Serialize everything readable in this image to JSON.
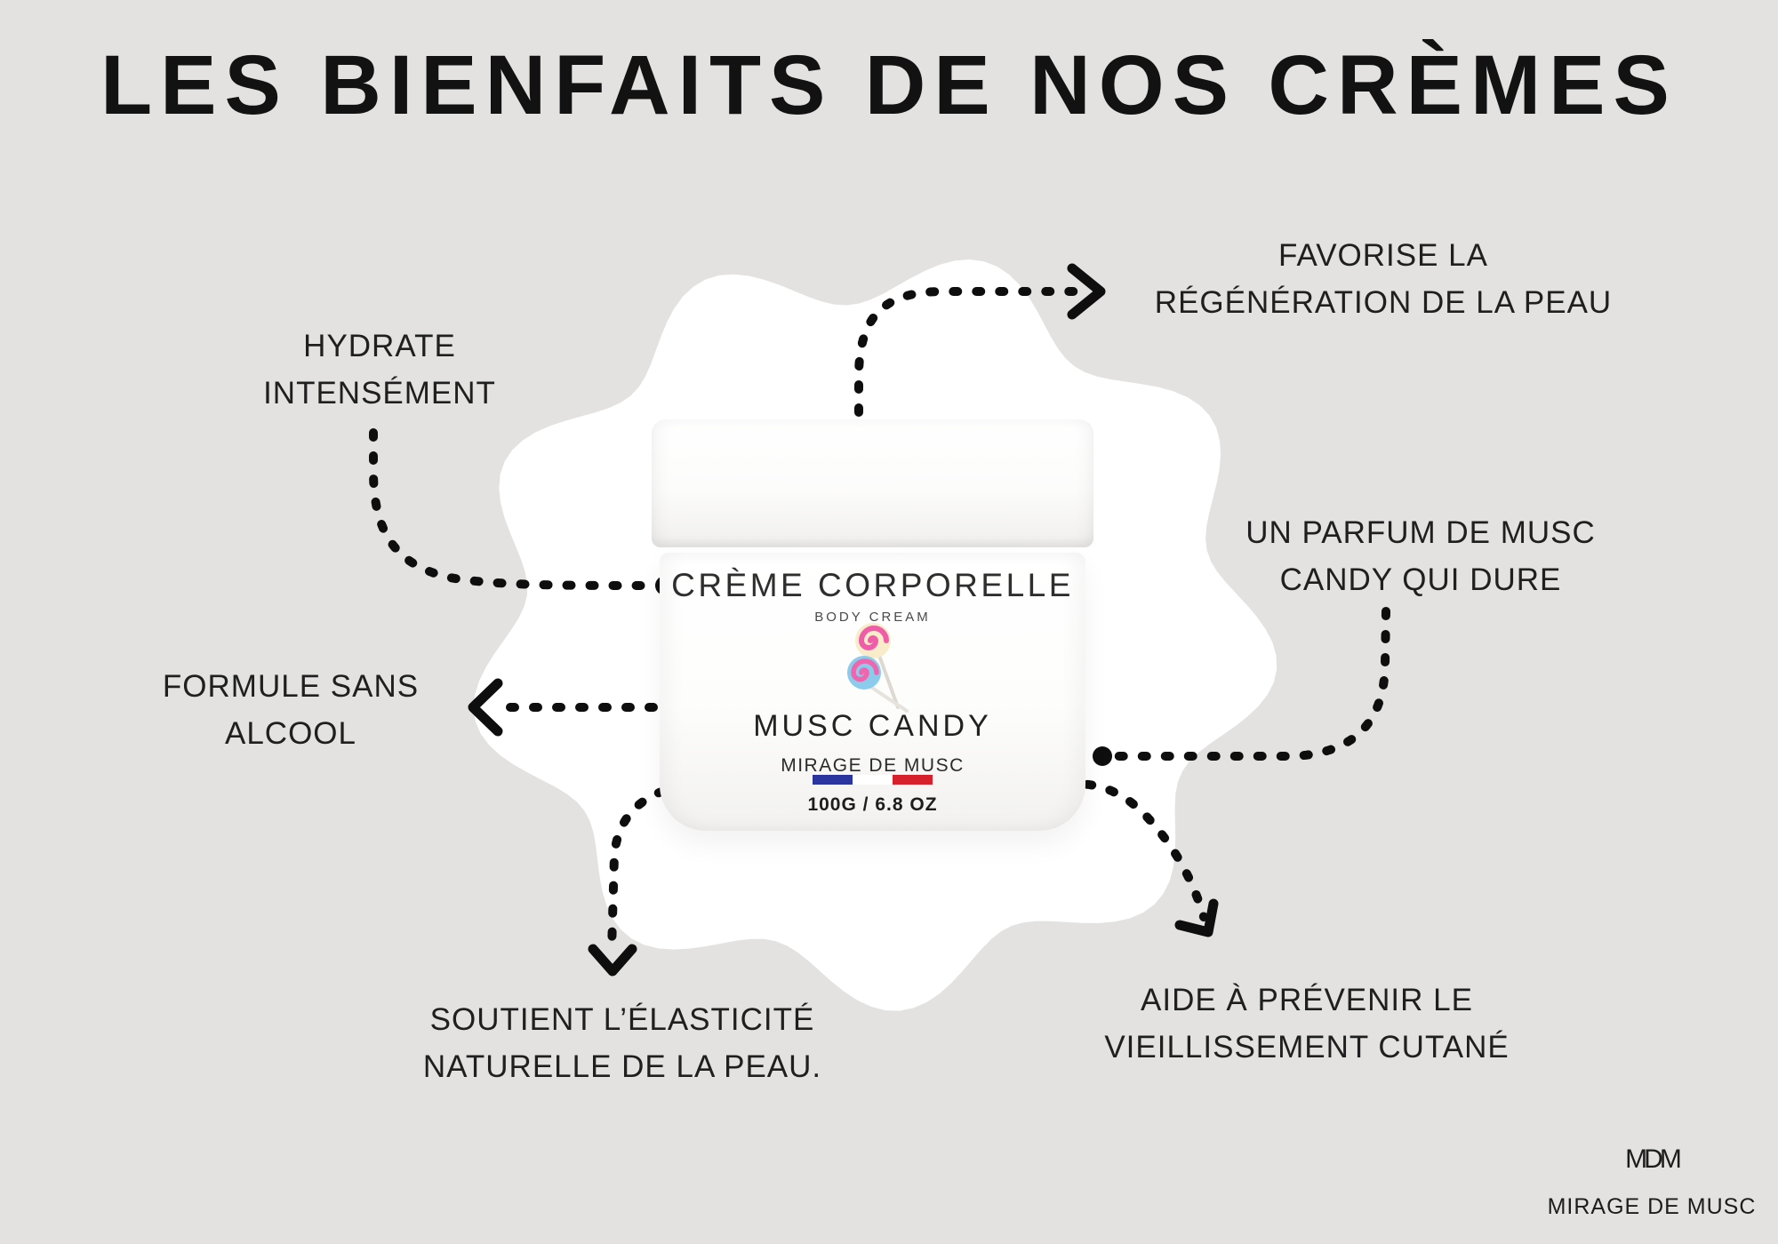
{
  "title": "LES BIENFAITS DE NOS CRÈMES",
  "benefits": {
    "hydrate": {
      "line1": "HYDRATE",
      "line2": "INTENSÉMENT"
    },
    "favorise": {
      "line1": "FAVORISE LA",
      "line2": "RÉGÉNÉRATION DE LA PEAU"
    },
    "parfum": {
      "line1": "UN PARFUM DE MUSC",
      "line2": "CANDY QUI DURE"
    },
    "formule": {
      "line1": "FORMULE SANS",
      "line2": "ALCOOL"
    },
    "soutient": {
      "line1": "SOUTIENT L’ÉLASTICITÉ",
      "line2": "NATURELLE DE LA PEAU."
    },
    "aide": {
      "line1": "AIDE À PRÉVENIR LE",
      "line2": "VIEILLISSEMENT CUTANÉ"
    }
  },
  "product": {
    "name": "CRÈME CORPORELLE",
    "subtitle": "BODY CREAM",
    "scent": "MUSC CANDY",
    "brand": "MIRAGE DE MUSC",
    "weight": "100G / 6.8 OZ"
  },
  "footer": {
    "monogram": "MDM",
    "brand": "MIRAGE DE MUSC"
  },
  "colors": {
    "background": "#e3e2e1",
    "text": "#1f1f1f",
    "arrow": "#0e0e0e",
    "blob": "#ffffff",
    "flag_blue": "#2a35a0",
    "flag_white": "#ffffff",
    "flag_red": "#d6202b",
    "lollipop_pink": "#ef5da8",
    "lollipop_cream": "#f8ecca",
    "lollipop_blue": "#8ccbeb"
  },
  "icons": {
    "lollipop": "lollipop-swirl",
    "flag": "french-flag",
    "arrows": "dotted-arrow"
  }
}
